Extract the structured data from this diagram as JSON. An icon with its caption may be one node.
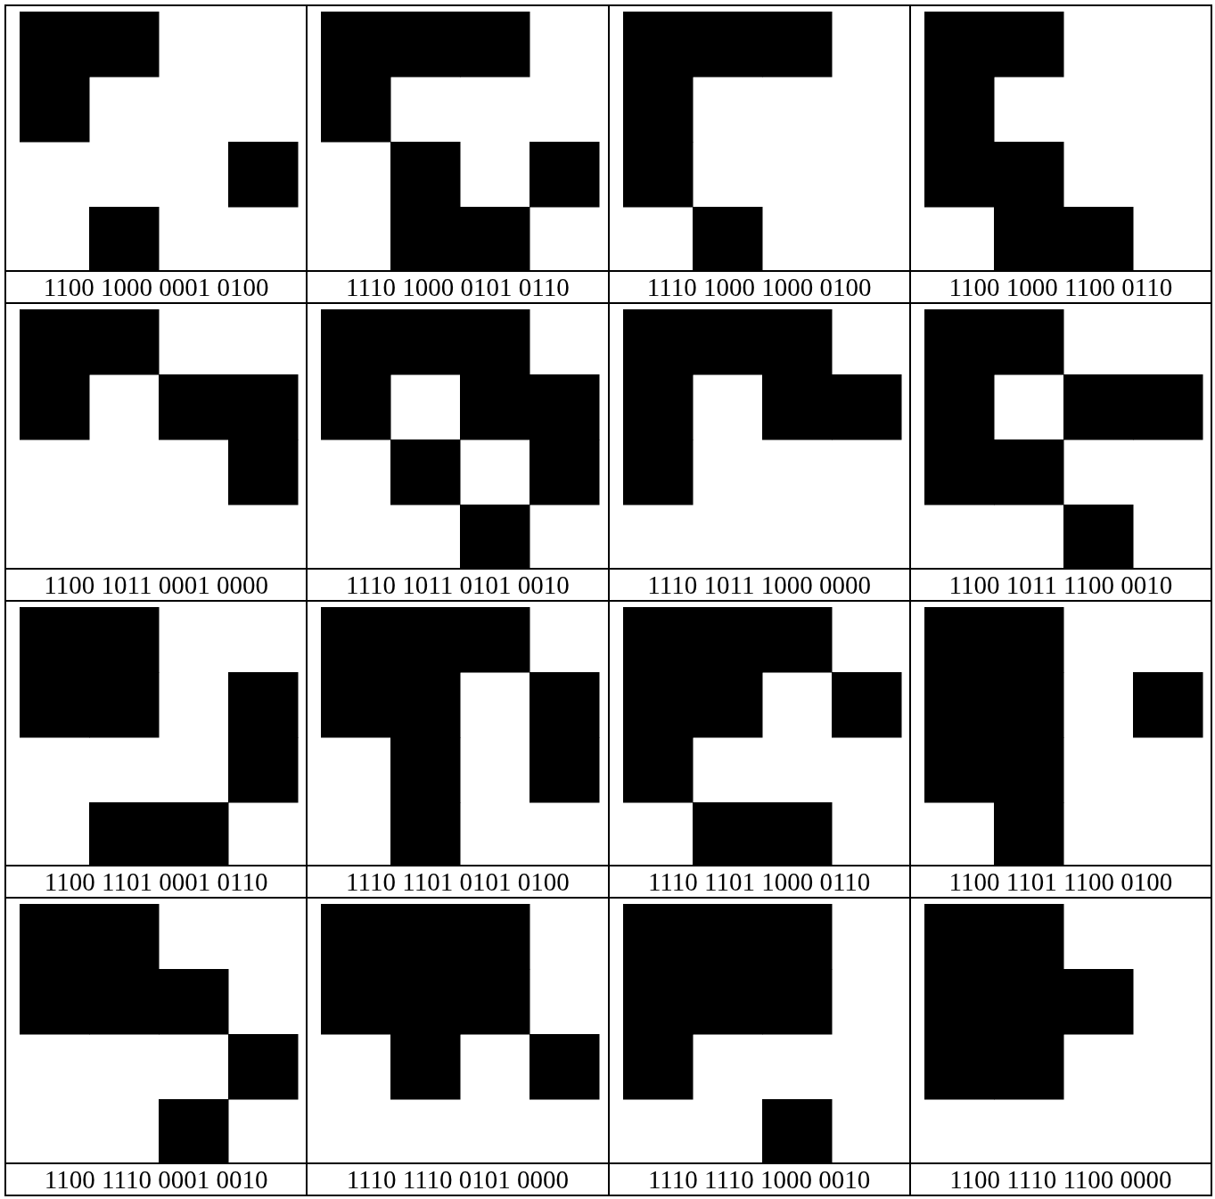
{
  "diagram": {
    "nodes": [
      {
        "text": [
          "1100 1000 0001 0100"
        ]
      },
      {
        "text": [
          "1110 1000 0101 0110"
        ]
      },
      {
        "text": [
          "1110 1000 1000 0100"
        ]
      },
      {
        "text": [
          "1100 1000 1100 0110"
        ]
      },
      {
        "text": [
          "1100 1011 0001 0000"
        ]
      },
      {
        "text": [
          "1110 1011 0101 0010"
        ]
      },
      {
        "text": [
          "1110 1011 1000 0000"
        ]
      },
      {
        "text": [
          "1100 1011 1100 0010"
        ]
      },
      {
        "text": [
          "1100 1101 0001 0110"
        ]
      },
      {
        "text": [
          "1110 1101 0101 0100"
        ]
      },
      {
        "text": [
          "1110 1101 1000 0110"
        ]
      },
      {
        "text": [
          "1100 1101 1100 0100"
        ]
      },
      {
        "text": [
          "1100 1110 0001 0010"
        ]
      },
      {
        "text": [
          "1110 1110 0101 0000"
        ]
      },
      {
        "text": [
          "1110 1110 1000 0010"
        ]
      },
      {
        "text": [
          "1100 1110 1100 0000"
        ]
      }
    ]
  }
}
